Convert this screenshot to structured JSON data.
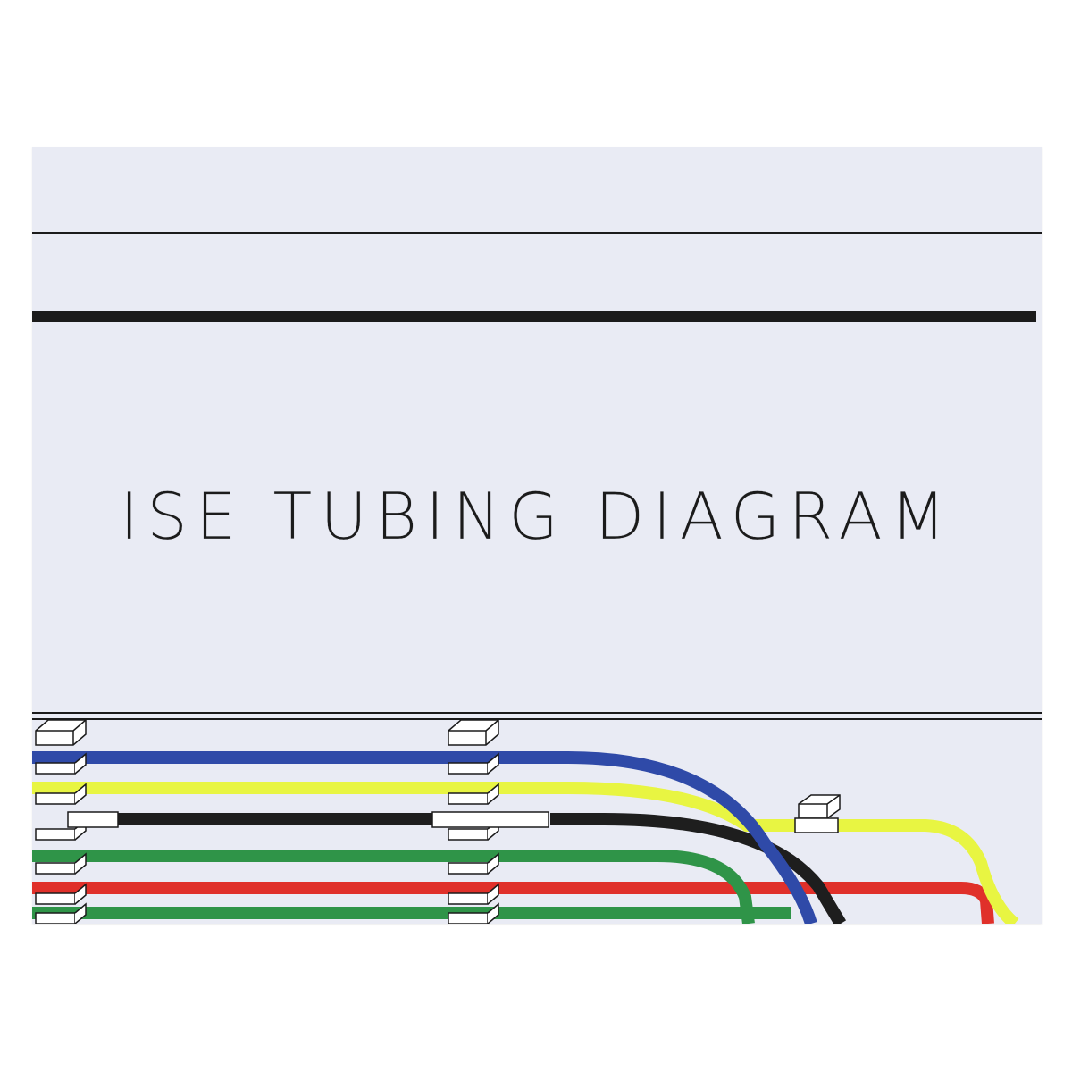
{
  "title": "ISE TUBING DIAGRAM",
  "colors": {
    "card_background": "#e9ebf4",
    "rule": "#1b1b1b",
    "blue": "#2f4aa8",
    "yellow": "#e8f542",
    "black": "#1e1e1e",
    "green": "#2f9448",
    "red": "#e0302a",
    "connector_fill": "#ffffff",
    "connector_stroke": "#1b1b1b"
  },
  "tubes": [
    {
      "color_name": "blue"
    },
    {
      "color_name": "yellow"
    },
    {
      "color_name": "black"
    },
    {
      "color_name": "green"
    },
    {
      "color_name": "red"
    },
    {
      "color_name": "green"
    }
  ]
}
